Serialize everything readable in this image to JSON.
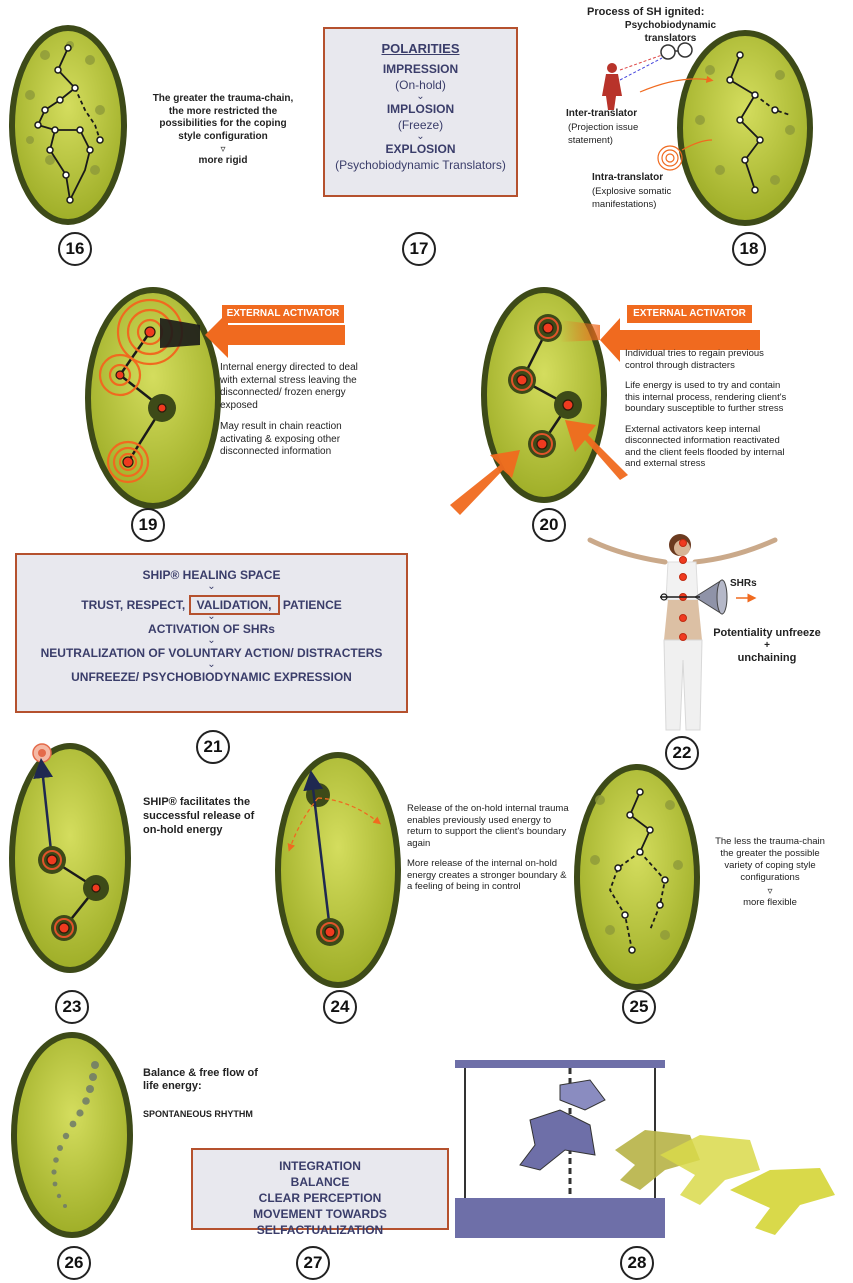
{
  "panels": {
    "p16": {
      "number": "16",
      "text": "The greater the trauma-chain, the more restricted the possibilities for the coping style configuration",
      "result": "more rigid"
    },
    "p17": {
      "number": "17",
      "title": "POLARITIES",
      "items": [
        {
          "label": "IMPRESSION",
          "sub": "(On-hold)"
        },
        {
          "label": "IMPLOSION",
          "sub": "(Freeze)"
        },
        {
          "label": "EXPLOSION",
          "sub": "(Psychobiodynamic Translators)"
        }
      ]
    },
    "p18": {
      "number": "18",
      "heading": "Process of SH ignited:",
      "translators": "Psychobiodynamic translators",
      "inter_label": "Inter-translator",
      "inter_sub": "(Projection issue statement)",
      "intra_label": "Intra-translator",
      "intra_sub": "(Explosive somatic manifestations)"
    },
    "p19": {
      "number": "19",
      "activator": "EXTERNAL ACTIVATOR",
      "text1": "Internal energy directed to deal with external stress leaving the disconnected/ frozen energy exposed",
      "text2": "May result in chain reaction activating & exposing other disconnected information"
    },
    "p20": {
      "number": "20",
      "activator": "EXTERNAL ACTIVATOR",
      "text1": "Individual tries to regain previous control through distracters",
      "text2": "Life energy is used to try and contain this internal process, rendering client's boundary susceptible to further stress",
      "text3": "External activators keep internal disconnected information reactivated and the client feels flooded by internal and external stress"
    },
    "p21": {
      "number": "21",
      "line1": "SHIP® HEALING SPACE",
      "line2a": "TRUST, RESPECT,",
      "line2b": "VALIDATION,",
      "line2c": "PATIENCE",
      "line3": "ACTIVATION OF SHRs",
      "line4": "NEUTRALIZATION OF VOLUNTARY ACTION/ DISTRACTERS",
      "line5": "UNFREEZE/ PSYCHOBIODYNAMIC EXPRESSION"
    },
    "p22": {
      "number": "22",
      "shr": "SHRs",
      "caption1": "Potentiality unfreeze",
      "plus": "+",
      "caption2": "unchaining"
    },
    "p23": {
      "number": "23",
      "text": "SHIP® facilitates the successful release of on-hold energy"
    },
    "p24": {
      "number": "24",
      "text1": "Release of the on-hold internal trauma enables previously used energy to return to support the client's boundary again",
      "text2": "More release of the internal on-hold energy creates a stronger boundary & a feeling of being in control"
    },
    "p25": {
      "number": "25",
      "text": "The less the trauma-chain the greater the possible variety of coping style configurations",
      "result": "more flexible"
    },
    "p26": {
      "number": "26",
      "text1": "Balance & free flow of life energy:",
      "text2": "SPONTANEOUS RHYTHM"
    },
    "p27": {
      "number": "27",
      "lines": [
        "INTEGRATION",
        "BALANCE",
        "CLEAR PERCEPTION",
        "MOVEMENT TOWARDS SELFACTUALIZATION"
      ]
    },
    "p28": {
      "number": "28"
    }
  },
  "colors": {
    "cell_fill": "#b7c63a",
    "cell_border": "#3d4a18",
    "accent_orange": "#f06a1f",
    "box_border": "#b5512e",
    "box_text": "#3a3d6a",
    "carousel": "#6e6fa8",
    "horse_yellow": "#d9d94a"
  }
}
